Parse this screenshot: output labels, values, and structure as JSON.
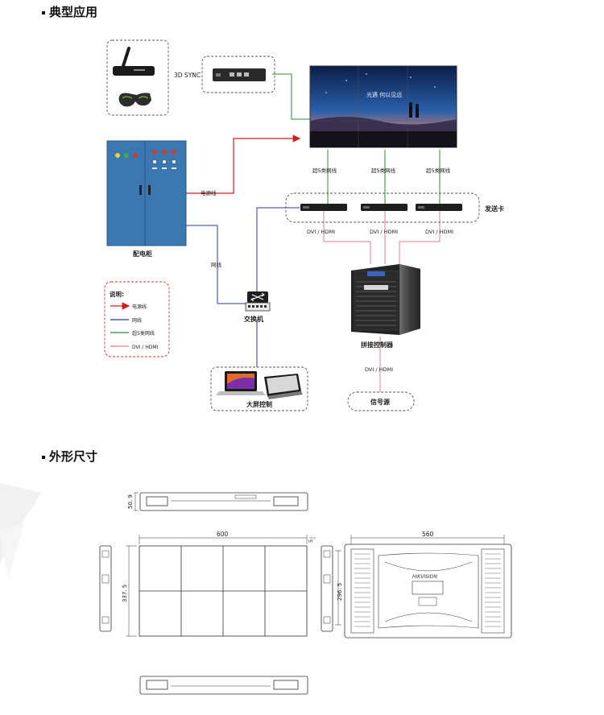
{
  "sections": {
    "application_title": "典型应用",
    "dimensions_title": "外形尺寸"
  },
  "diagram": {
    "sync_label": "3D SYNC",
    "power_cabinet_label": "配电柜",
    "power_line_label": "电源线",
    "network_line_label": "网线",
    "cat5_label_1": "超5类网线",
    "cat5_label_2": "超5类网线",
    "cat5_label_3": "超5类网线",
    "sender_card_label": "发送卡",
    "dvi_label_1": "DVI / HDMI",
    "dvi_label_2": "DVI / HDMI",
    "dvi_label_3": "DVI / HDMI",
    "dvi_label_4": "DVI / HDMI",
    "switch_label": "交换机",
    "splicing_controller_label": "拼接控制器",
    "screen_control_label": "大屏控制",
    "signal_source_label": "信号源",
    "screen_text": "光遇 何以见远",
    "brand_text": "HIKVISION",
    "legend": {
      "title": "说明:",
      "items": [
        "电源线",
        "网线",
        "超5类网线",
        "DVI / HDMI"
      ]
    },
    "colors": {
      "power": "#d21d1d",
      "network": "#2b3a91",
      "cat5": "#2e8b3a",
      "dvi": "#d9828c",
      "cabinet": "#3b77b0"
    }
  },
  "dimensions": {
    "top_depth": "50. 9",
    "front_width": "600",
    "bezel": "5",
    "front_height": "337. 5",
    "back_width": "560",
    "back_height": "296. 5"
  }
}
